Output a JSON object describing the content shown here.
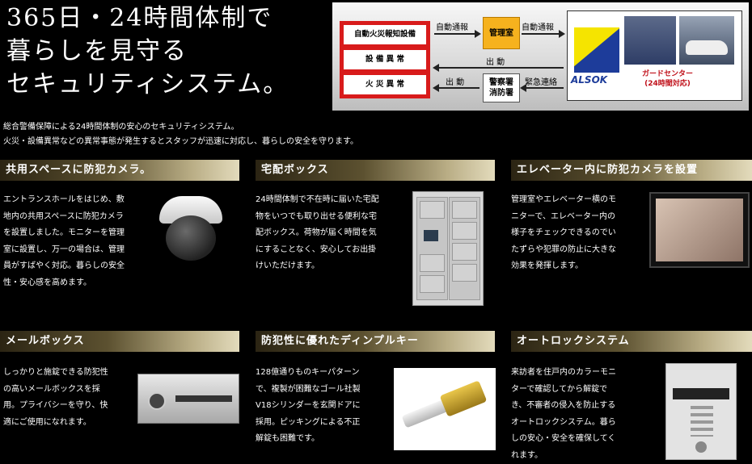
{
  "hero": {
    "lines": [
      "365日・24時間体制で",
      "暮らしを見守る",
      "セキュリティシステム。"
    ]
  },
  "diagram": {
    "left_items": [
      "自動火災報知設備",
      "設 備 異 常",
      "火 災 異 常"
    ],
    "kanri": "管理室",
    "police": [
      "警察署",
      "消防署"
    ],
    "alsok_name": "ALSOK",
    "guard_center": [
      "ガードセンター",
      "(24時間対応)"
    ],
    "labels": {
      "auto1": "自動通報",
      "auto2": "自動通報",
      "dispatch1": "出 動",
      "dispatch2": "出 動",
      "emergency": "緊急連絡"
    }
  },
  "intro": [
    "総合警備保障による24時間体制の安心のセキュリティシステム。",
    "火災・設備異常などの異常事態が発生するとスタッフが迅速に対応し、暮らしの安全を守ります。"
  ],
  "sections": [
    {
      "title": "共用スペースに防犯カメラ。",
      "lines": [
        "エントランスホールをはじめ、敷",
        "地内の共用スペースに防犯カメラ",
        "を設置しました。モニターを管理",
        "室に設置し、万一の場合は、管理",
        "員がすばやく対応。暮らしの安全",
        "性・安心感を高めます。"
      ]
    },
    {
      "title": "宅配ボックス",
      "lines": [
        "24時間体制で不在時に届いた宅配",
        "物をいつでも取り出せる便利な宅",
        "配ボックス。荷物が届く時間を気",
        "にすることなく、安心してお出掛",
        "けいただけます。"
      ]
    },
    {
      "title": "エレベーター内に防犯カメラを設置",
      "lines": [
        "管理室やエレベーター横のモ",
        "ニターで、エレベーター内の",
        "様子をチェックできるのでい",
        "たずらや犯罪の防止に大きな",
        "効果を発揮します。"
      ]
    },
    {
      "title": "メールボックス",
      "lines": [
        "しっかりと施錠できる防犯性",
        "の高いメールボックスを採",
        "用。プライバシーを守り、快",
        "適にご使用になれます。"
      ]
    },
    {
      "title": "防犯性に優れたディンプルキー",
      "lines": [
        "128億通りものキーパターン",
        "で、複製が困難なゴール社製",
        "V18シリンダーを玄関ドアに",
        "採用。ピッキングによる不正",
        "解錠も困難です。"
      ]
    },
    {
      "title": "オートロックシステム",
      "lines": [
        "来訪者を住戸内のカラーモニ",
        "ターで確認してから解錠で",
        "き、不審者の侵入を防止する",
        "オートロックシステム。暮ら",
        "しの安心・安全を確保してく",
        "れます。"
      ]
    }
  ]
}
